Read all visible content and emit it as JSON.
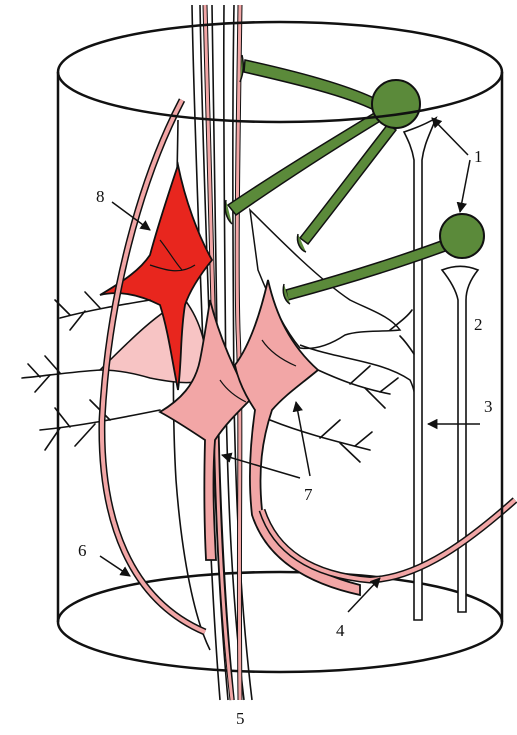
{
  "labels": {
    "l1": "1",
    "l2": "2",
    "l3": "3",
    "l4": "4",
    "l5": "5",
    "l6": "6",
    "l7": "7",
    "l8": "8"
  },
  "colors": {
    "outline": "#111111",
    "green_neuron": "#5b8a3a",
    "red_neuron": "#e8261e",
    "pink_neuron": "#f2a6a6",
    "pale_pink": "#f7c4c4",
    "white_fiber": "#ffffff"
  }
}
